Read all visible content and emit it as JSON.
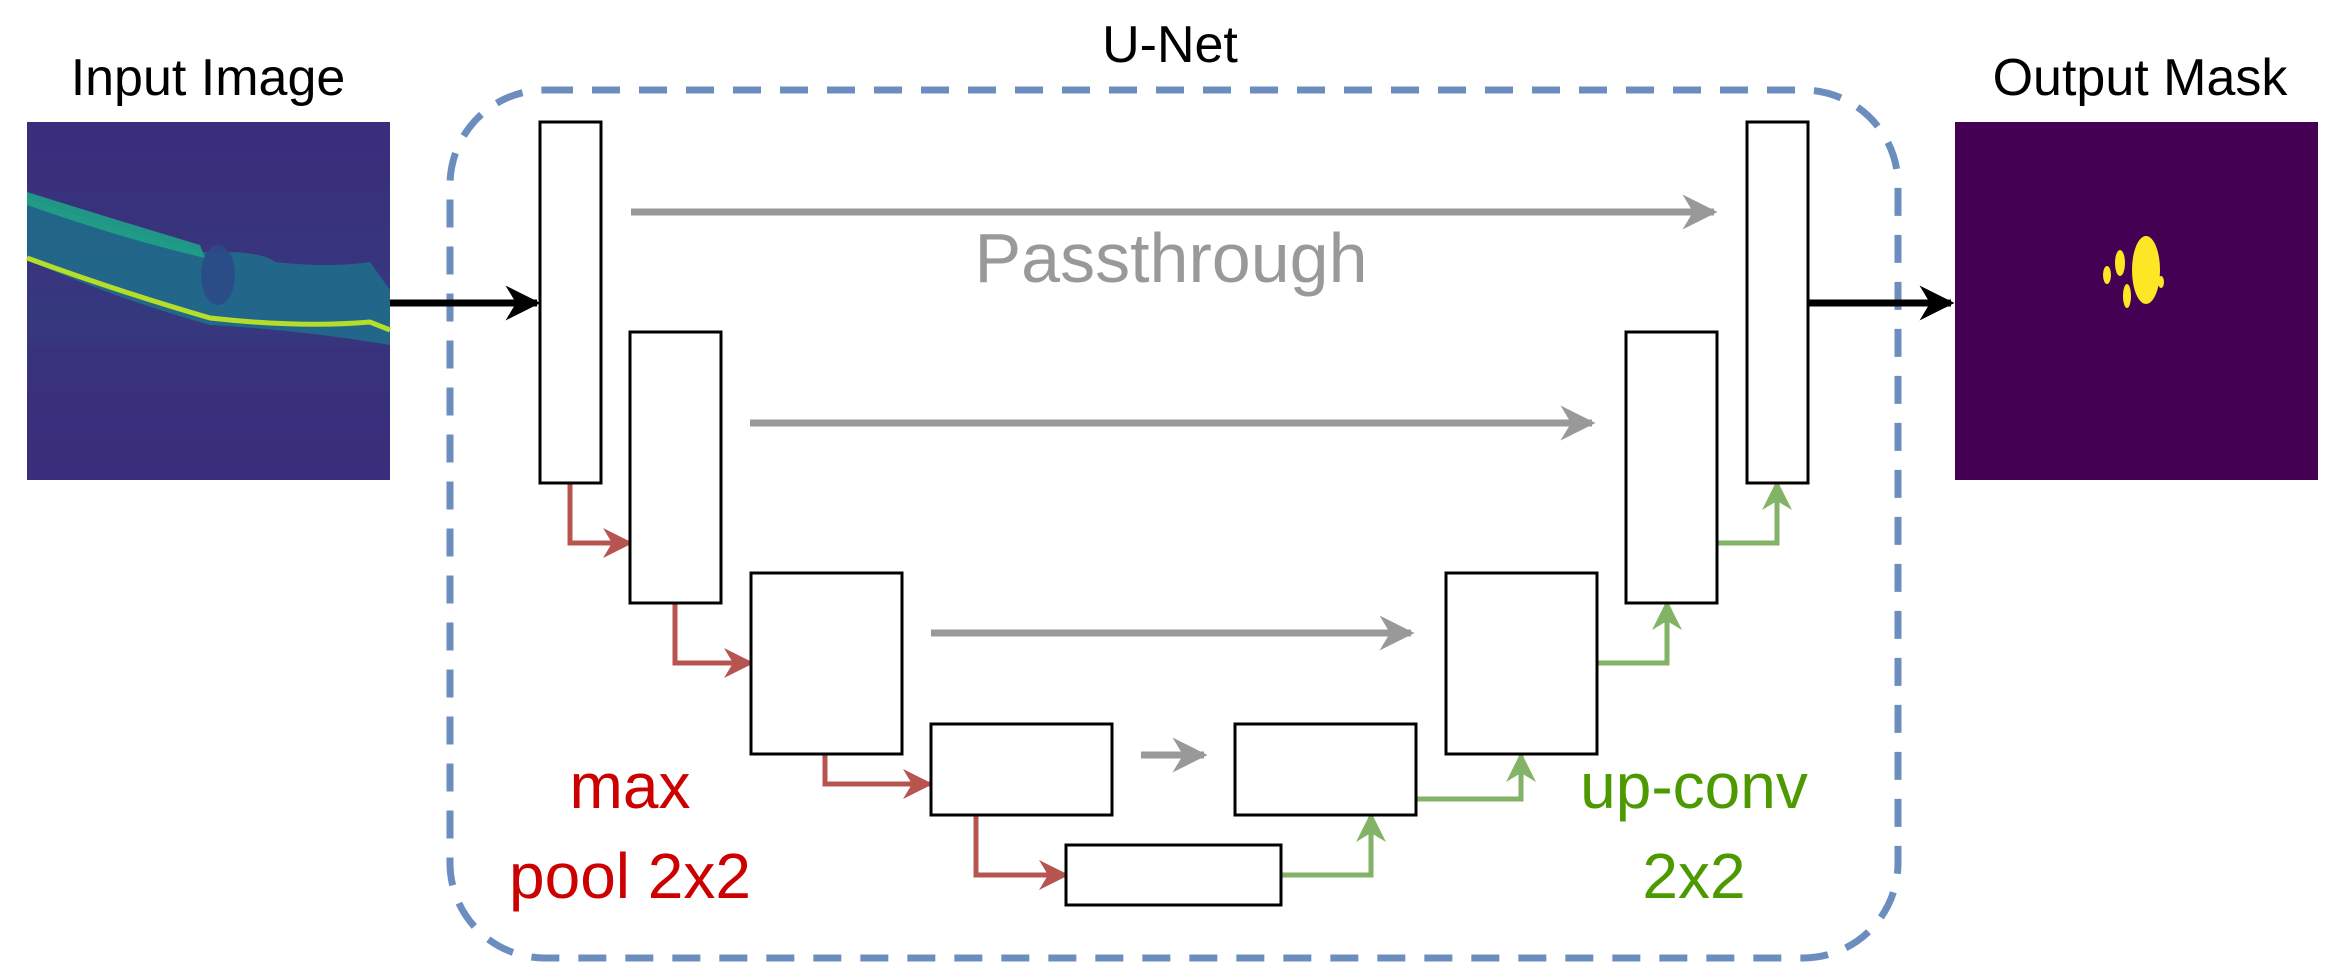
{
  "title": "U-Net",
  "input_label": "Input Image",
  "output_label": "Output Mask",
  "passthrough_label": "Passthrough",
  "maxpool_label": [
    "max",
    "pool 2x2"
  ],
  "upconv_label": [
    "up-conv",
    "2x2"
  ],
  "colors": {
    "frame": "#6c8ebf",
    "passthrough": "#999999",
    "maxpool": "#b85450",
    "maxpool_text": "#cc0000",
    "upconv": "#82b366",
    "upconv_text": "#4d9900",
    "io_arrow": "#000000",
    "mask_background": "#440154",
    "mask_blob": "#fde725",
    "oct_background": "#3b2a7a",
    "oct_layer": "#1fa187",
    "oct_bright": "#b5de2b"
  }
}
